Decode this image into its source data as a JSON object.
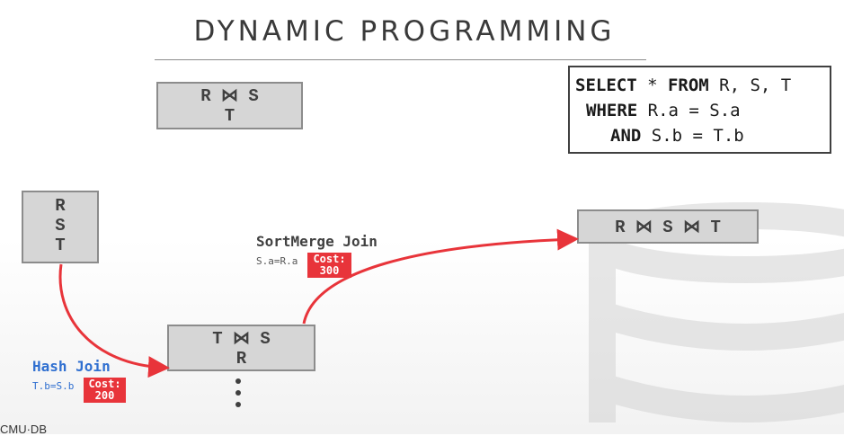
{
  "title": "DYNAMIC PROGRAMMING",
  "sql": {
    "line1_kw1": "SELECT",
    "line1_mid": " * ",
    "line1_kw2": "FROM",
    "line1_rest": " R, S, T",
    "line2_kw": "WHERE",
    "line2_rest": " R.a = S.a",
    "line3_kw": "AND",
    "line3_rest": " S.b = T.b"
  },
  "nodes": {
    "top_rs_line1": "R ⋈ S",
    "top_rs_line2": "T",
    "rst_line1": "R",
    "rst_line2": "S",
    "rst_line3": "T",
    "ts_r_line1": "T ⋈ S",
    "ts_r_line2": "R",
    "final": "R ⋈ S ⋈ T"
  },
  "edges": {
    "sortmerge": {
      "method": "SortMerge Join",
      "predicate": "S.a=R.a",
      "cost_label": "Cost:",
      "cost_value": "300"
    },
    "hash": {
      "method": "Hash Join",
      "predicate": "T.b=S.b",
      "cost_label": "Cost:",
      "cost_value": "200"
    }
  },
  "footer": "CMU·DB",
  "colors": {
    "arrow": "#e8343a",
    "hash_join": "#2f6fd0",
    "sortmerge_join": "#404040",
    "node_fill": "#d6d6d6",
    "node_border": "#8c8c8c"
  }
}
